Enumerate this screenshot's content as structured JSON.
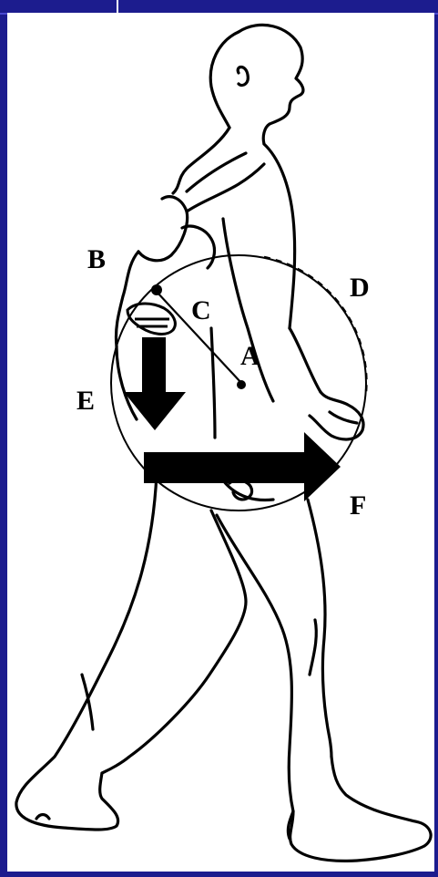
{
  "labels": {
    "a": "A",
    "b": "B",
    "c": "C",
    "d": "D",
    "e": "E",
    "f": "F"
  },
  "colors": {
    "frame": "#1c1c8e",
    "panel": "#ffffff",
    "ink": "#000000"
  }
}
